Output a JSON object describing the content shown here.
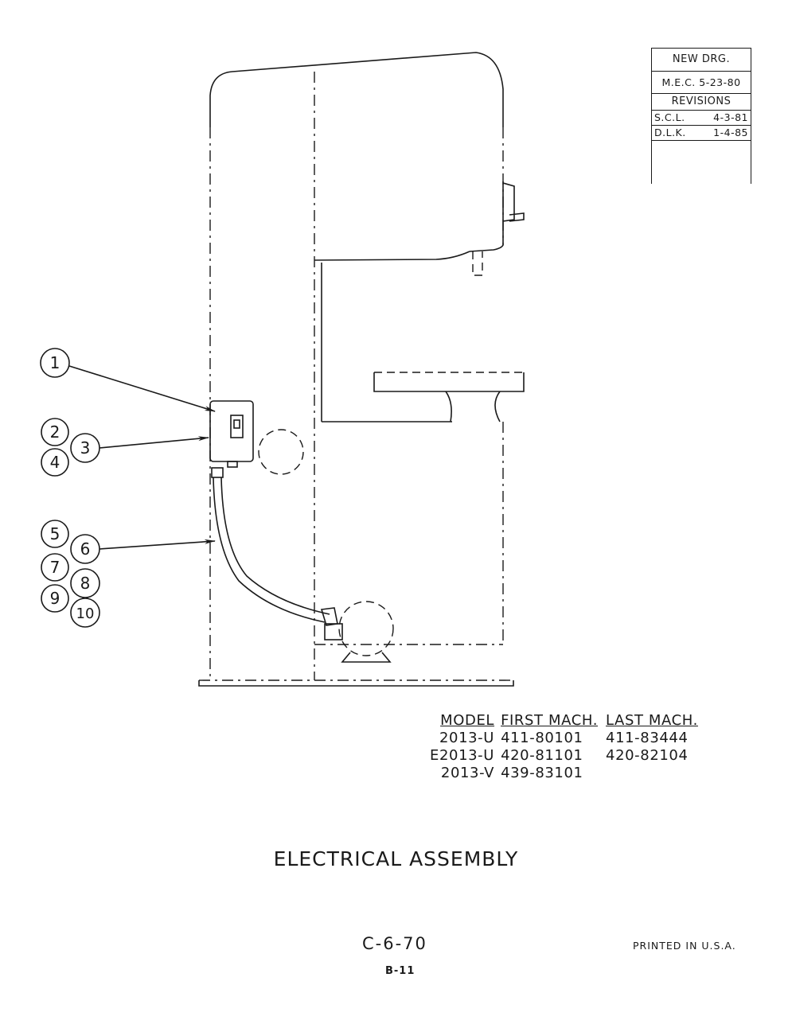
{
  "revision_block": {
    "new_drg_label": "NEW DRG.",
    "new_drg_entry": "M.E.C. 5-23-80",
    "revisions_label": "REVISIONS",
    "entries": [
      {
        "initials": "S.C.L.",
        "date": "4-3-81"
      },
      {
        "initials": "D.L.K.",
        "date": "1-4-85"
      }
    ]
  },
  "callouts": [
    "1",
    "2",
    "3",
    "4",
    "5",
    "6",
    "7",
    "8",
    "9",
    "10"
  ],
  "model_table": {
    "headers": [
      "MODEL",
      "FIRST MACH.",
      "LAST MACH."
    ],
    "rows": [
      {
        "model": "2013-U",
        "first": "411-80101",
        "last": "411-83444"
      },
      {
        "model": "E2013-U",
        "first": "420-81101",
        "last": "420-82104"
      },
      {
        "model": "2013-V",
        "first": "439-83101",
        "last": ""
      }
    ]
  },
  "title": "ELECTRICAL ASSEMBLY",
  "page_code": "C-6-70",
  "printed_note": "PRINTED IN U.S.A.",
  "sheet_number": "B-11"
}
